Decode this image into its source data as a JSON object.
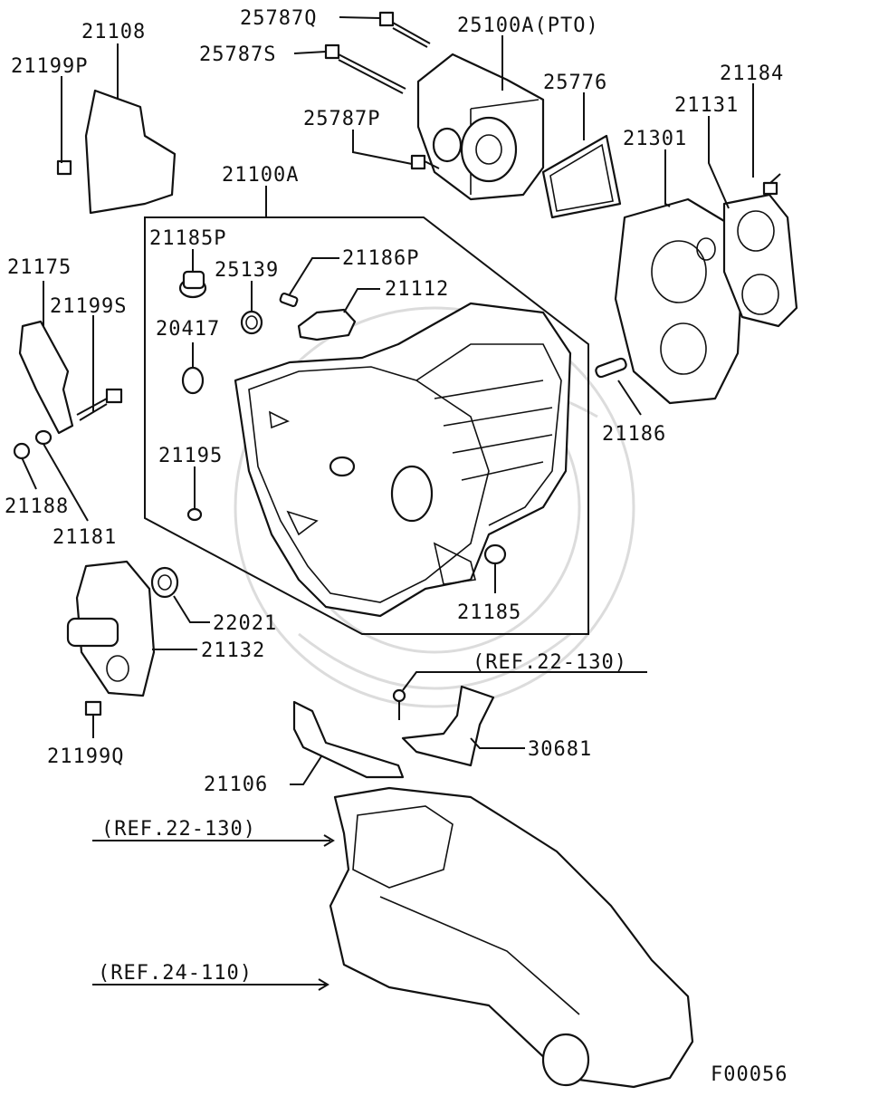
{
  "diagram_code": "F00056",
  "callouts": {
    "p25787Q": "25787Q",
    "p25787S": "25787S",
    "p25100A": "25100A(PTO)",
    "p25776": "25776",
    "p21184": "21184",
    "p21131": "21131",
    "p21301": "21301",
    "p25787P": "25787P",
    "p21108": "21108",
    "p21199P": "21199P",
    "p21100A": "21100A",
    "p21185P": "21185P",
    "p25139": "25139",
    "p21186P": "21186P",
    "p21112": "21112",
    "p21175": "21175",
    "p21199S": "21199S",
    "p20417": "20417",
    "p21186": "21186",
    "p21195": "21195",
    "p21188": "21188",
    "p21181": "21181",
    "p21185": "21185",
    "p22021": "22021",
    "p21132": "21132",
    "p21199Q": "21199Q",
    "p30681": "30681",
    "p21106": "21106"
  },
  "references": {
    "ref1": "(REF.22-130)",
    "ref2": "(REF.22-130)",
    "ref3": "(REF.24-110)"
  }
}
